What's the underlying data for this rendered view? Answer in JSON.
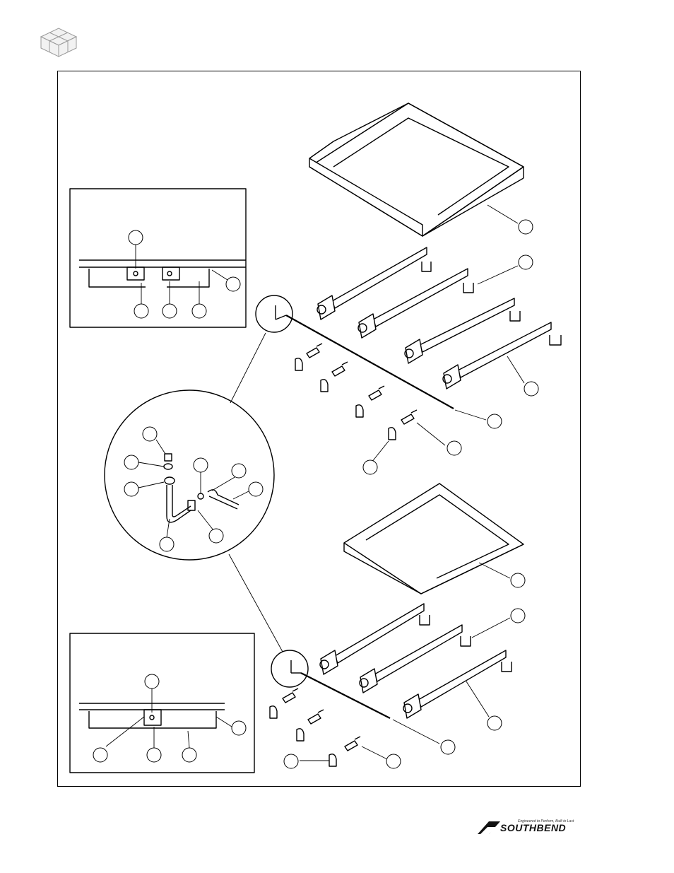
{
  "header": {
    "icon": "package-box-icon"
  },
  "diagram": {
    "title": "",
    "callouts_numbers_visible": false
  },
  "footer": {
    "brand": "Southbend",
    "brand_display": "SOUTHBEND",
    "tagline": "Engineered to Perform, Built to Last",
    "brand_icon": "southbend-logo-icon"
  }
}
